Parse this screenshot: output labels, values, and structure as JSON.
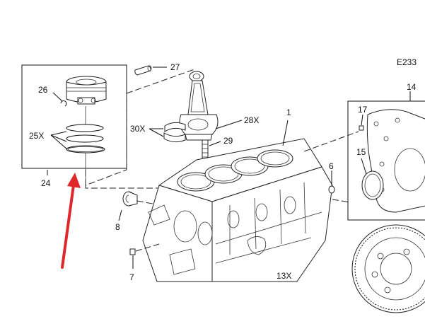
{
  "diagram": {
    "ref_code": "E233",
    "callouts": {
      "c1": "1",
      "c6": "6",
      "c7": "7",
      "c8": "8",
      "c13x": "13X",
      "c14": "14",
      "c15": "15",
      "c17": "17",
      "c24": "24",
      "c25x": "25X",
      "c26": "26",
      "c27": "27",
      "c28x": "28X",
      "c29": "29",
      "c30x": "30X"
    },
    "highlight_arrow_color": "#e0282a"
  }
}
